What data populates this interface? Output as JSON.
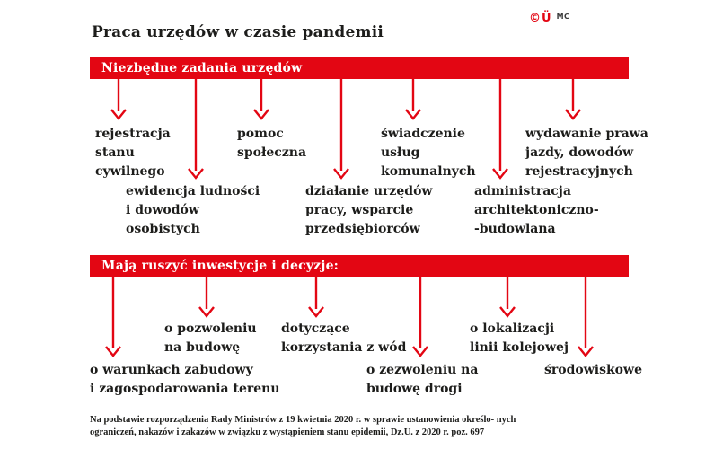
{
  "page": {
    "title": "Praca urzędów w czasie pandemii",
    "watermark_logo": "©Ü",
    "watermark_initials": "MC",
    "footnote": "Na podstawie rozporządzenia Rady Ministrów z 19 kwietnia 2020 r. w sprawie ustanowienia określo- nych\nograniczeń, nakazów i zakazów w związku z wystąpieniem stanu epidemii, Dz.U. z 2020 r. poz. 697"
  },
  "colors": {
    "accent_red": "#e30613",
    "text_dark": "#1d1d1b",
    "banner_text": "#ffffff"
  },
  "sections": [
    {
      "banner": "Niezbędne zadania urzędów",
      "items": [
        {
          "label": "rejestracja\nstanu\ncywilnego"
        },
        {
          "label": "ewidencja ludności\ni dowodów\nosobistych"
        },
        {
          "label": "pomoc\nspołeczna"
        },
        {
          "label": "działanie urzędów\npracy, wsparcie\nprzedsiębiorców"
        },
        {
          "label": "świadczenie\nusług\nkomunalnych"
        },
        {
          "label": "administracja\narchitektoniczno-\n-budowlana"
        },
        {
          "label": "wydawanie prawa\njazdy, dowodów\nrejestracyjnych"
        }
      ]
    },
    {
      "banner": "Mają ruszyć inwestycje i decyzje:",
      "items": [
        {
          "label": "o warunkach zabudowy\ni zagospodarowania terenu"
        },
        {
          "label": "o pozwoleniu\nna budowę"
        },
        {
          "label": "dotyczące\nkorzystania z wód"
        },
        {
          "label": "o zezwoleniu na\nbudowę drogi"
        },
        {
          "label": "o lokalizacji\nlinii kolejowej"
        },
        {
          "label": "środowiskowe"
        }
      ]
    }
  ]
}
